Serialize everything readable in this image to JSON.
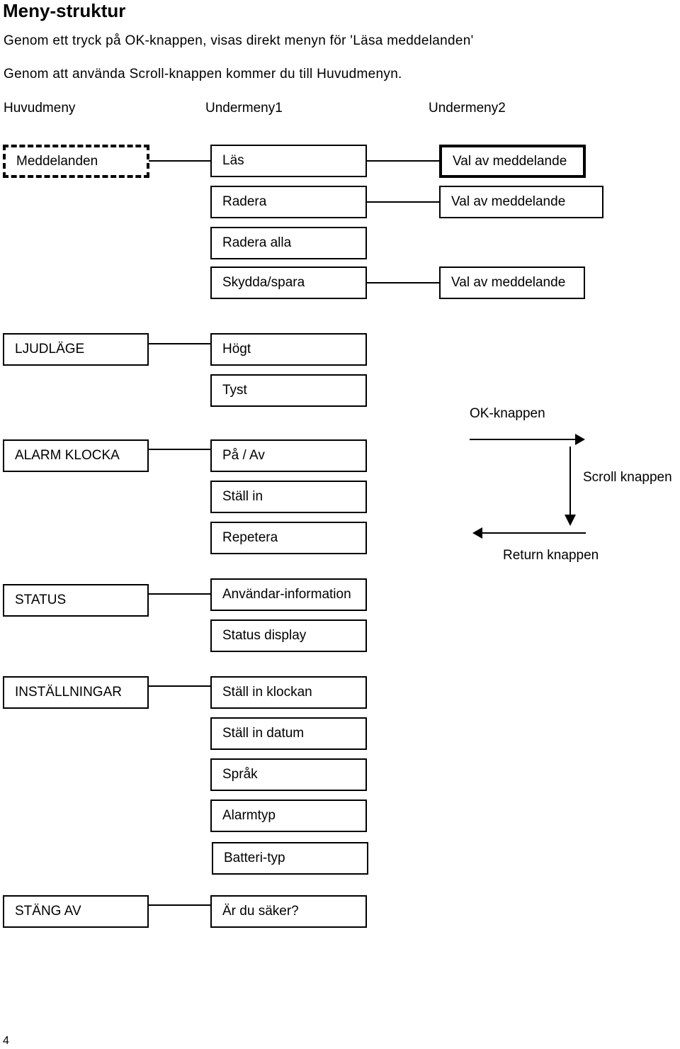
{
  "title": "Meny-struktur",
  "intro": [
    "Genom ett tryck på OK-knappen, visas direkt menyn för 'Läsa meddelanden'",
    "Genom att använda Scroll-knappen kommer du till Huvudmenyn."
  ],
  "column_headers": [
    "Huvudmeny",
    "Undermeny1",
    "Undermeny2"
  ],
  "main_menu": [
    "Meddelanden",
    "LJUDLÄGE",
    "ALARM KLOCKA",
    "STATUS",
    "INSTÄLLNINGAR",
    "STÄNG AV"
  ],
  "submenu1": {
    "meddelanden": [
      "Läs",
      "Radera",
      "Radera alla",
      "Skydda/spara"
    ],
    "ljudlage": [
      "Högt",
      "Tyst"
    ],
    "alarm": [
      "På / Av",
      "Ställ in",
      "Repetera"
    ],
    "status": [
      "Användar-information",
      "Status display"
    ],
    "installningar": [
      "Ställ in klockan",
      "Ställ in datum",
      "Språk",
      "Alarmtyp",
      "Batteri-typ"
    ],
    "stang": [
      "Är du säker?"
    ]
  },
  "submenu2": [
    "Val av meddelande",
    "Val av meddelande",
    "Val av meddelande"
  ],
  "legend": {
    "ok": "OK-knappen",
    "scroll": "Scroll knappen",
    "return": "Return knappen"
  },
  "page_number": "4"
}
